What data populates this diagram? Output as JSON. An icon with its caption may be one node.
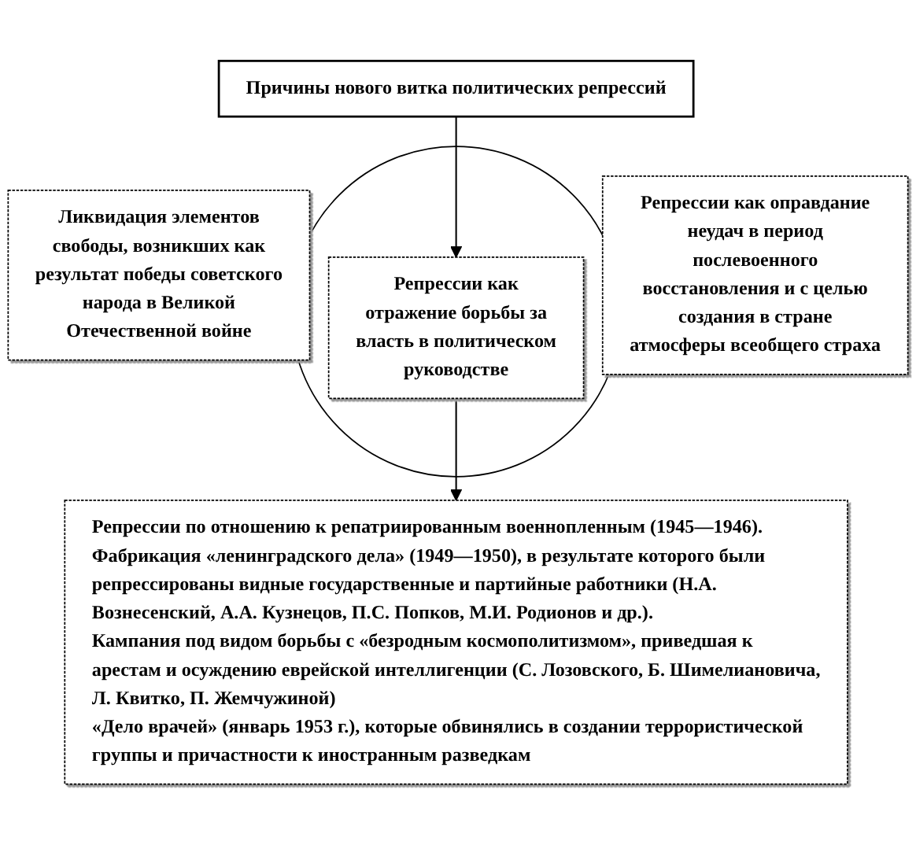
{
  "diagram": {
    "nodes": [
      {
        "text": [
          "Причины нового витка политических репрессий"
        ]
      },
      {
        "text": [],
        "shape": "circle"
      },
      {
        "text": [
          "Ликвидация элементов свободы, возникших как результат победы советского народа в Великой Отечественной войне"
        ]
      },
      {
        "text": [
          "Репрессии как оправдание неудач в период послевоенного восстановления и с целью создания в стране атмосферы всеобщего страха"
        ]
      },
      {
        "text": [
          "Репрессии как отражение борьбы за власть в политическом руководстве"
        ],
        "in": 1
      },
      {
        "text": [
          "Репрессии по отношению к репатриированным военнопленным (1945—1946).",
          "Фабрикация «ленинградского дела» (1949—1950), в результате которого были репрессированы видные государственные и партийные работники (Н.А. Вознесенский, А.А. Кузнецов, П.С. Попков, М.И. Родионов и др.).",
          "Кампания под видом борьбы с «безродным космополитизмом», приведшая к арестам и осуждению еврейской интеллигенции (С. Лозовского, Б. Шимелиановича, Л. Квитко, П. Жемчужиной)",
          "«Дело врачей» (январь 1953 г.), которые обвинялись в создании террористической группы и причастности к иностранным разведкам"
        ]
      }
    ],
    "edges": [
      {
        "from": 0,
        "to": 4,
        "arrow": "to"
      },
      {
        "from": 4,
        "to": 5,
        "arrow": "to"
      }
    ]
  }
}
